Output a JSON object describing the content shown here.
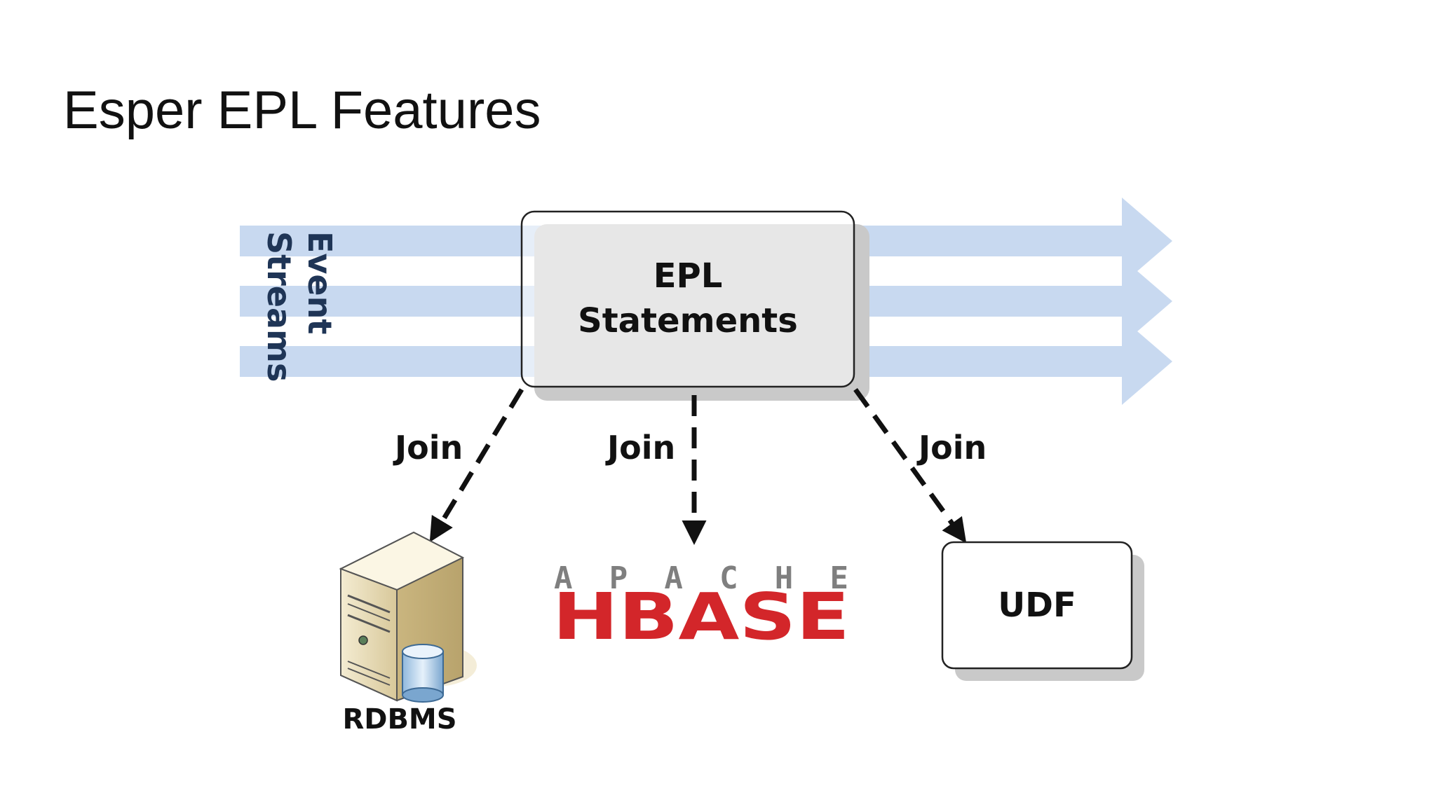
{
  "slide": {
    "title": "Esper EPL Features"
  },
  "diagram": {
    "streams_label_line1": "Event",
    "streams_label_line2": "Streams",
    "epl_box_line1": "EPL",
    "epl_box_line2": "Statements",
    "join_left": "Join",
    "join_center": "Join",
    "join_right": "Join",
    "rdbms_label": "RDBMS",
    "hbase_top": "APACHE",
    "hbase_main": "HBASE",
    "udf_label": "UDF"
  },
  "colors": {
    "stream_band": "#c8d9f0",
    "stream_text": "#1f3556",
    "hbase_gray": "#7f7f7f",
    "hbase_red": "#d3262a",
    "box_shadow": "#c9c9c9"
  }
}
